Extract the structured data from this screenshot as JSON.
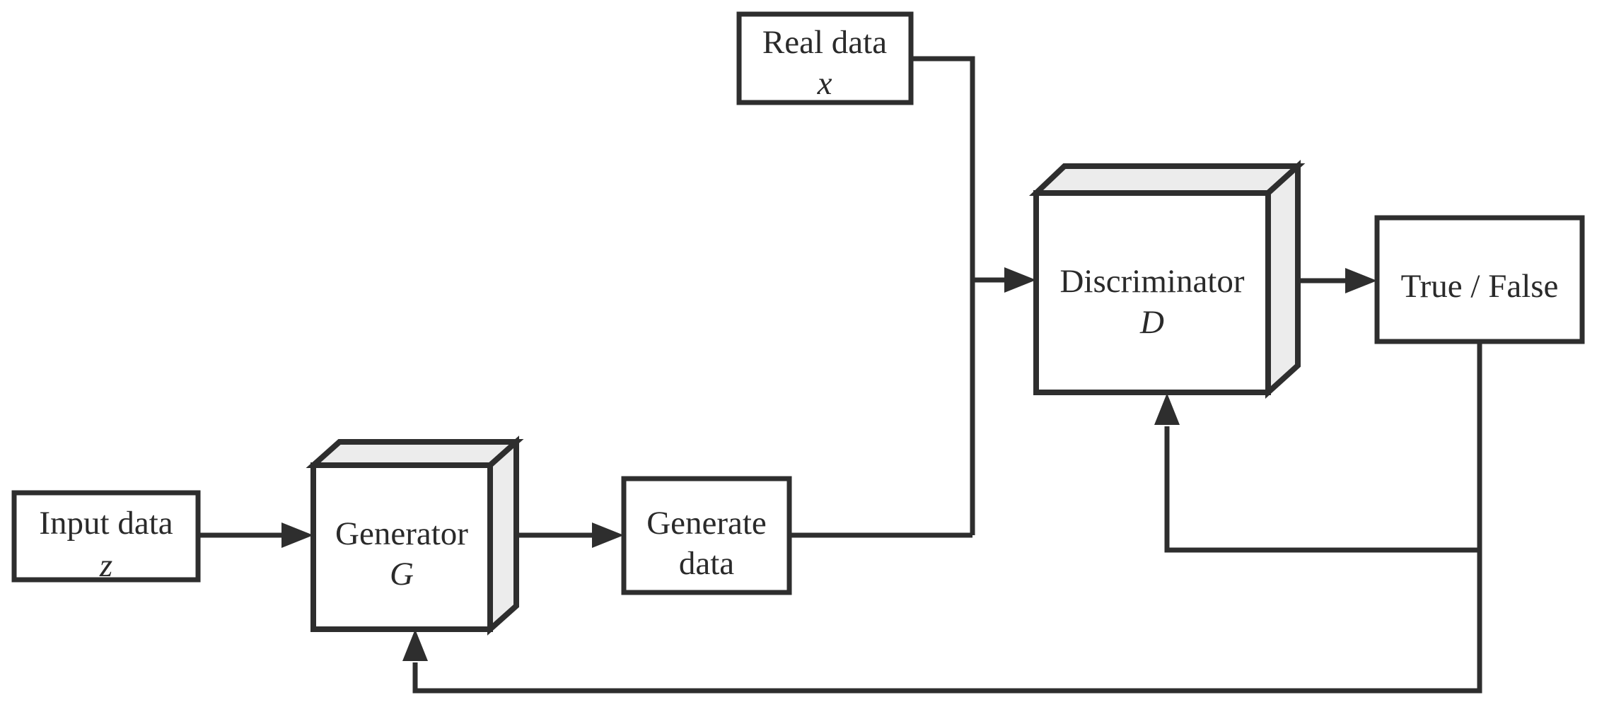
{
  "diagram": {
    "type": "flow-diagram",
    "subject": "generative-adversarial-network",
    "colors": {
      "line": "#2e2e2e",
      "shaded_face_fill": "#ececec",
      "box_fill": "#ffffff",
      "background": "#ffffff",
      "text": "#2a2a2a"
    },
    "nodes": {
      "input_data": {
        "label": "Input data",
        "symbol": "z"
      },
      "generator": {
        "label": "Generator",
        "symbol": "G"
      },
      "generate_data": {
        "label_line1": "Generate",
        "label_line2": "data"
      },
      "real_data": {
        "label": "Real data",
        "symbol": "x"
      },
      "discriminator": {
        "label": "Discriminator",
        "symbol": "D"
      },
      "output": {
        "label": "True / False"
      }
    }
  }
}
